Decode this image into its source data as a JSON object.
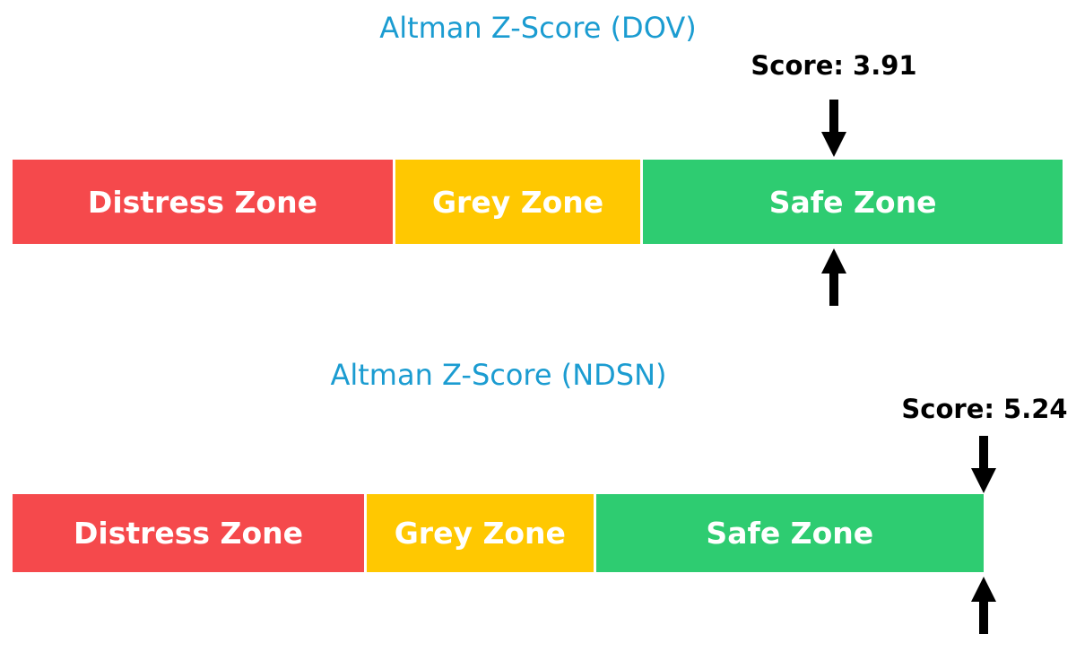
{
  "page": {
    "background_color": "#ffffff"
  },
  "chart_data": [
    {
      "type": "zone-bar",
      "orientation": "horizontal",
      "title": "Altman Z-Score (DOV)",
      "ticker": "DOV",
      "score": 3.91,
      "score_label": "Score: 3.91",
      "axis_range": [
        0,
        5
      ],
      "grid": false,
      "legend": "none",
      "marker": "black arrow above and below bar at score position",
      "title_color": "#1B9CD1",
      "score_color": "#000000",
      "zones": [
        {
          "label": "Distress Zone",
          "from": 0,
          "to": 1.81,
          "color": "#F5494C"
        },
        {
          "label": "Grey Zone",
          "from": 1.81,
          "to": 2.99,
          "color": "#FFC801"
        },
        {
          "label": "Safe Zone",
          "from": 2.99,
          "to": 5,
          "color": "#2ECC71"
        }
      ]
    },
    {
      "type": "zone-bar",
      "orientation": "horizontal",
      "title": "Altman Z-Score (NDSN)",
      "ticker": "NDSN",
      "score": 5.24,
      "score_label": "Score: 5.24",
      "axis_range": [
        0,
        5
      ],
      "grid": false,
      "legend": "none",
      "marker": "black arrow above and below bar at score position (clamped to bar end)",
      "title_color": "#1B9CD1",
      "score_color": "#000000",
      "zones": [
        {
          "label": "Distress Zone",
          "from": 0,
          "to": 1.81,
          "color": "#F5494C"
        },
        {
          "label": "Grey Zone",
          "from": 1.81,
          "to": 2.99,
          "color": "#FFC801"
        },
        {
          "label": "Safe Zone",
          "from": 2.99,
          "to": 5,
          "color": "#2ECC71"
        }
      ]
    }
  ]
}
